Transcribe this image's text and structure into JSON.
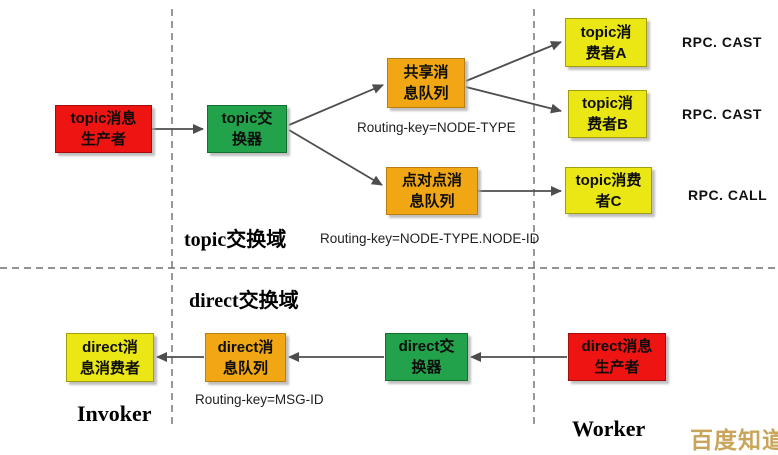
{
  "diagram": {
    "sections": {
      "topic_title": "topic交换域",
      "direct_title": "direct交换域"
    },
    "role_labels": {
      "invoker": "Invoker",
      "worker": "Worker"
    },
    "nodes": {
      "topic_producer": {
        "line1": "topic消息",
        "line2": "生产者",
        "kind": "producer"
      },
      "topic_exchange": {
        "line1": "topic交",
        "line2": "换器",
        "kind": "exchange"
      },
      "shared_queue": {
        "line1": "共享消",
        "line2": "息队列",
        "kind": "queue"
      },
      "p2p_queue": {
        "line1": "点对点消",
        "line2": "息队列",
        "kind": "queue"
      },
      "topic_consumer_a": {
        "line1": "topic消",
        "line2": "费者A",
        "kind": "consumer"
      },
      "topic_consumer_b": {
        "line1": "topic消",
        "line2": "费者B",
        "kind": "consumer"
      },
      "topic_consumer_c": {
        "line1": "topic消费",
        "line2": "者C",
        "kind": "consumer"
      },
      "direct_consumer": {
        "line1": "direct消",
        "line2": "息消费者",
        "kind": "consumer"
      },
      "direct_queue": {
        "line1": "direct消",
        "line2": "息队列",
        "kind": "queue"
      },
      "direct_exchange": {
        "line1": "direct交",
        "line2": "换器",
        "kind": "exchange"
      },
      "direct_producer": {
        "line1": "direct消息",
        "line2": "生产者",
        "kind": "producer"
      }
    },
    "routing_keys": {
      "node_type": "Routing-key=NODE-TYPE",
      "node_type_node_id": "Routing-key=NODE-TYPE.NODE-ID",
      "msg_id": "Routing-key=MSG-ID"
    },
    "rpc_labels": {
      "cast_a": "RPC. CAST",
      "cast_b": "RPC. CAST",
      "call_c": "RPC. CALL"
    },
    "watermark": "百度知道",
    "colors": {
      "producer_fill": "#ee1411",
      "exchange_fill": "#21a24b",
      "queue_fill": "#f0a713",
      "consumer_fill": "#eae714",
      "arrow": "#4d4d4d",
      "dashed_line": "#6e6e6e",
      "watermark": "#c9a55b"
    }
  }
}
